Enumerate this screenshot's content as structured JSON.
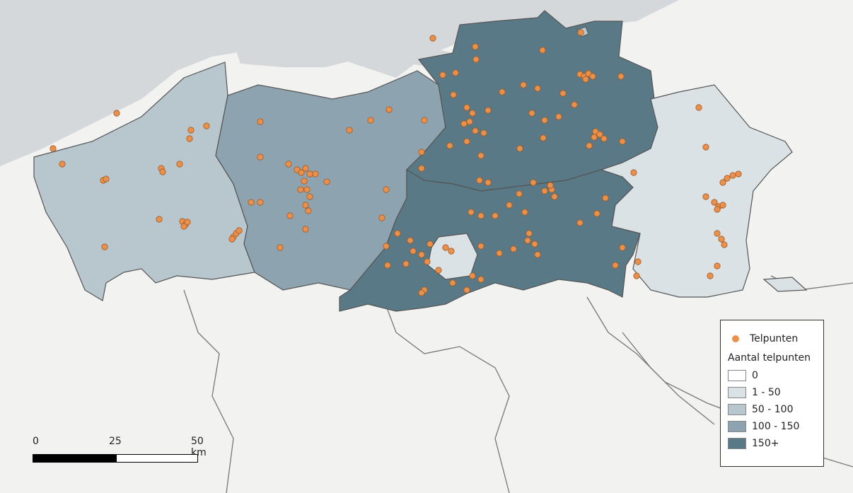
{
  "legend": {
    "points_label": "Telpunten",
    "title": "Aantal telpunten",
    "classes": [
      {
        "label": "0",
        "color": "#ffffff"
      },
      {
        "label": "1 - 50",
        "color": "#dbe2e6"
      },
      {
        "label": "50 - 100",
        "color": "#b8c6ce"
      },
      {
        "label": "100 - 150",
        "color": "#8da3af"
      },
      {
        "label": "150+",
        "color": "#587985"
      }
    ]
  },
  "scalebar": {
    "labels": [
      "0",
      "25",
      "50 km"
    ]
  },
  "colors": {
    "point": "#e8904e",
    "sea": "#d4d8da",
    "land": "#f2f2f0",
    "border": "#555555"
  }
}
